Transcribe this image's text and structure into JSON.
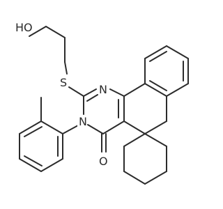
{
  "molecule": {
    "bond_color": "#2b2b2b",
    "background": "#ffffff",
    "atoms": {
      "ho": "HO",
      "s": "S",
      "n_top": "N",
      "n_mid": "N",
      "o": "O"
    }
  }
}
